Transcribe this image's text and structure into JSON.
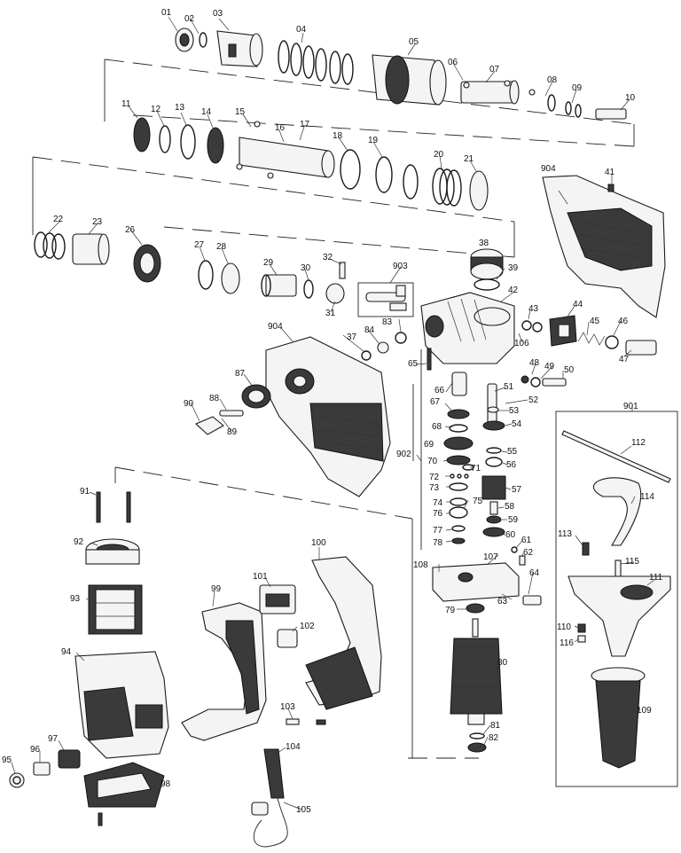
{
  "parts": {
    "p01": "01",
    "p02": "02",
    "p03": "03",
    "p04": "04",
    "p05": "05",
    "p06": "06",
    "p07": "07",
    "p08": "08",
    "p09": "09",
    "p10": "10",
    "p11": "11",
    "p12": "12",
    "p13": "13",
    "p14": "14",
    "p15": "15",
    "p16": "16",
    "p17": "17",
    "p18": "18",
    "p19": "19",
    "p20": "20",
    "p21": "21",
    "p22": "22",
    "p23": "23",
    "p26": "26",
    "p27": "27",
    "p28": "28",
    "p29": "29",
    "p30": "30",
    "p31": "31",
    "p32": "32",
    "p37": "37",
    "p38": "38",
    "p39": "39",
    "p41": "41",
    "p42": "42",
    "p43": "43",
    "p44": "44",
    "p45": "45",
    "p46": "46",
    "p47": "47",
    "p48": "48",
    "p49": "49",
    "p50": "50",
    "p51": "51",
    "p52": "52",
    "p53": "53",
    "p54": "54",
    "p55": "55",
    "p56": "56",
    "p57": "57",
    "p58": "58",
    "p59": "59",
    "p60": "60",
    "p61": "61",
    "p62": "62",
    "p63": "63",
    "p64": "64",
    "p65": "65",
    "p66": "66",
    "p67": "67",
    "p68": "68",
    "p69": "69",
    "p70": "70",
    "p71": "71",
    "p72": "72",
    "p73": "73",
    "p74": "74",
    "p75": "75",
    "p76": "76",
    "p77": "77",
    "p78": "78",
    "p79": "79",
    "p80": "80",
    "p81": "81",
    "p82": "82",
    "p83": "83",
    "p84": "84",
    "p87": "87",
    "p88": "88",
    "p89": "89",
    "p90": "90",
    "p91": "91",
    "p92": "92",
    "p93": "93",
    "p94": "94",
    "p95": "95",
    "p96": "96",
    "p97": "97",
    "p98": "98",
    "p99": "99",
    "p100": "100",
    "p101": "101",
    "p102": "102",
    "p103": "103",
    "p104": "104",
    "p105": "105",
    "p106": "106",
    "p107": "107",
    "p108": "108",
    "p109": "109",
    "p110": "110",
    "p111": "111",
    "p112": "112",
    "p113": "113",
    "p114": "114",
    "p115": "115",
    "p116": "116",
    "p901": "901",
    "p902": "902",
    "p903": "903",
    "p904a": "904",
    "p904b": "904"
  }
}
